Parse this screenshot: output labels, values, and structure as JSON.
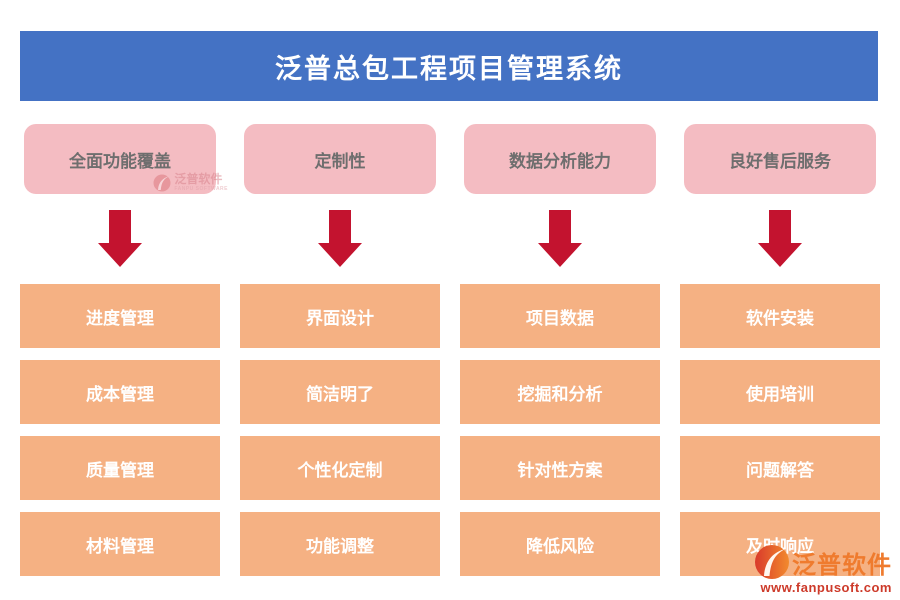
{
  "title": "泛普总包工程项目管理系统",
  "columns": [
    {
      "header": "全面功能覆盖",
      "items": [
        "进度管理",
        "成本管理",
        "质量管理",
        "材料管理"
      ]
    },
    {
      "header": "定制性",
      "items": [
        "界面设计",
        "简洁明了",
        "个性化定制",
        "功能调整"
      ]
    },
    {
      "header": "数据分析能力",
      "items": [
        "项目数据",
        "挖掘和分析",
        "针对性方案",
        "降低风险"
      ]
    },
    {
      "header": "良好售后服务",
      "items": [
        "软件安装",
        "使用培训",
        "问题解答",
        "及时响应"
      ]
    }
  ],
  "watermark": {
    "name": "泛普软件",
    "subtitle": "FANPU SOFTWARE"
  },
  "brand": {
    "name": "泛普软件",
    "url": "www.fanpusoft.com"
  },
  "icons": {
    "down-arrow": "red filled down arrow",
    "fanpu-logo": "orange circle with white swoosh"
  },
  "colors": {
    "banner-bg": "#4472C4",
    "banner-text": "#FFFFFF",
    "header-bg": "#F4BCC2",
    "header-text": "#6E6E6E",
    "item-bg": "#F5B183",
    "item-text": "#FFFFFF",
    "arrow-red": "#C3132F",
    "logo-orange": "#EF7B2E",
    "logo-url-red": "#CD3A2A"
  }
}
